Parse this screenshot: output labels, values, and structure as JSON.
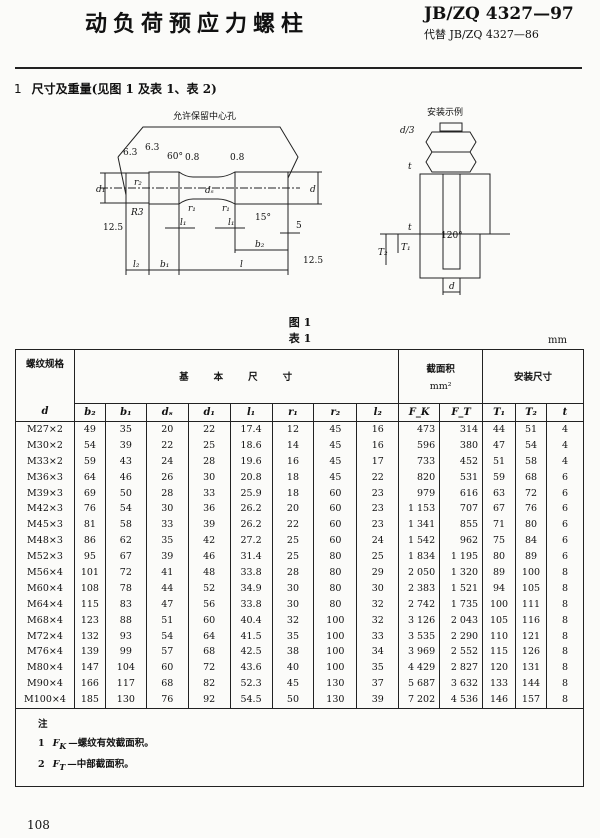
{
  "header": {
    "title": "动负荷预应力螺柱",
    "standard": "JB/ZQ 4327—97",
    "replaces": "代替 JB/ZQ 4327—86"
  },
  "section": {
    "number": "1",
    "title": "尺寸及重量(见图 1 及表 1、表 2)"
  },
  "figure": {
    "main_label": "允许保留中心孔",
    "install_label": "安装示例",
    "labels": {
      "d1": "d₁",
      "d": "d",
      "ds": "dₛ",
      "r1": "r₁",
      "r2": "r₂",
      "R3": "R3",
      "l1": "l₁",
      "l2": "l₂",
      "b1": "b₁",
      "b2": "b₂",
      "l": "l",
      "T1": "T₁",
      "T2": "T₂",
      "t": "t",
      "angle60": "60°",
      "angle15": "15°",
      "angle120": "120°",
      "ra63": "6.3",
      "ra08": "0.8",
      "ra125": "12.5",
      "five": "5",
      "d3": "d/3"
    },
    "caption": "图 1"
  },
  "table": {
    "caption": "表 1",
    "unit": "mm",
    "group_headers": {
      "spec": "螺纹规格",
      "basic": "基　　本　　尺　　寸",
      "area": "截面积",
      "area_unit": "mm²",
      "install": "安装尺寸"
    },
    "columns": [
      "d",
      "b₂",
      "b₁",
      "dₛ",
      "d₁",
      "l₁",
      "r₁",
      "r₂",
      "l₂",
      "F_K",
      "F_T",
      "T₁",
      "T₂",
      "t"
    ],
    "rows": [
      [
        "M27×2",
        "49",
        "35",
        "20",
        "22",
        "17.4",
        "12",
        "45",
        "16",
        "473",
        "314",
        "44",
        "51",
        "4"
      ],
      [
        "M30×2",
        "54",
        "39",
        "22",
        "25",
        "18.6",
        "14",
        "45",
        "16",
        "596",
        "380",
        "47",
        "54",
        "4"
      ],
      [
        "M33×2",
        "59",
        "43",
        "24",
        "28",
        "19.6",
        "16",
        "45",
        "17",
        "733",
        "452",
        "51",
        "58",
        "4"
      ],
      [
        "M36×3",
        "64",
        "46",
        "26",
        "30",
        "20.8",
        "18",
        "45",
        "22",
        "820",
        "531",
        "59",
        "68",
        "6"
      ],
      [
        "M39×3",
        "69",
        "50",
        "28",
        "33",
        "25.9",
        "18",
        "60",
        "23",
        "979",
        "616",
        "63",
        "72",
        "6"
      ],
      [
        "M42×3",
        "76",
        "54",
        "30",
        "36",
        "26.2",
        "20",
        "60",
        "23",
        "1 153",
        "707",
        "67",
        "76",
        "6"
      ],
      [
        "M45×3",
        "81",
        "58",
        "33",
        "39",
        "26.2",
        "22",
        "60",
        "23",
        "1 341",
        "855",
        "71",
        "80",
        "6"
      ],
      [
        "M48×3",
        "86",
        "62",
        "35",
        "42",
        "27.2",
        "25",
        "60",
        "24",
        "1 542",
        "962",
        "75",
        "84",
        "6"
      ],
      [
        "M52×3",
        "95",
        "67",
        "39",
        "46",
        "31.4",
        "25",
        "80",
        "25",
        "1 834",
        "1 195",
        "80",
        "89",
        "6"
      ],
      [
        "M56×4",
        "101",
        "72",
        "41",
        "48",
        "33.8",
        "28",
        "80",
        "29",
        "2 050",
        "1 320",
        "89",
        "100",
        "8"
      ],
      [
        "M60×4",
        "108",
        "78",
        "44",
        "52",
        "34.9",
        "30",
        "80",
        "30",
        "2 383",
        "1 521",
        "94",
        "105",
        "8"
      ],
      [
        "M64×4",
        "115",
        "83",
        "47",
        "56",
        "33.8",
        "30",
        "80",
        "32",
        "2 742",
        "1 735",
        "100",
        "111",
        "8"
      ],
      [
        "M68×4",
        "123",
        "88",
        "51",
        "60",
        "40.4",
        "32",
        "100",
        "32",
        "3 126",
        "2 043",
        "105",
        "116",
        "8"
      ],
      [
        "M72×4",
        "132",
        "93",
        "54",
        "64",
        "41.5",
        "35",
        "100",
        "33",
        "3 535",
        "2 290",
        "110",
        "121",
        "8"
      ],
      [
        "M76×4",
        "139",
        "99",
        "57",
        "68",
        "42.5",
        "38",
        "100",
        "34",
        "3 969",
        "2 552",
        "115",
        "126",
        "8"
      ],
      [
        "M80×4",
        "147",
        "104",
        "60",
        "72",
        "43.6",
        "40",
        "100",
        "35",
        "4 429",
        "2 827",
        "120",
        "131",
        "8"
      ],
      [
        "M90×4",
        "166",
        "117",
        "68",
        "82",
        "52.3",
        "45",
        "130",
        "37",
        "5 687",
        "3 632",
        "133",
        "144",
        "8"
      ],
      [
        "M100×4",
        "185",
        "130",
        "76",
        "92",
        "54.5",
        "50",
        "130",
        "39",
        "7 202",
        "4 536",
        "146",
        "157",
        "8"
      ]
    ],
    "notes": {
      "title": "注",
      "items": [
        {
          "n": "1",
          "sym": "F_K",
          "text": "—螺纹有效截面积。"
        },
        {
          "n": "2",
          "sym": "F_T",
          "text": "—中部截面积。"
        }
      ]
    }
  },
  "page_number": "108"
}
